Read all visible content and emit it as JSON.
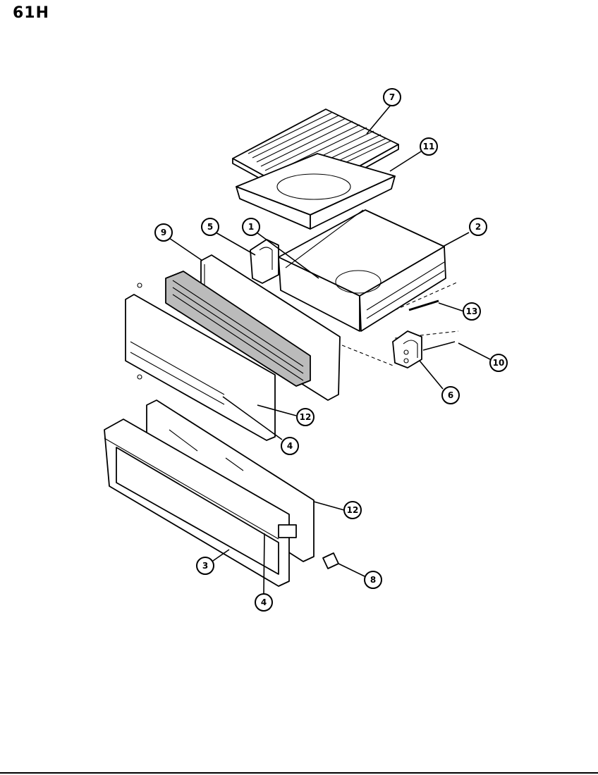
{
  "page": {
    "title": "61H"
  },
  "callouts": [
    {
      "label": "7",
      "part": "broiler-grid"
    },
    {
      "label": "11",
      "part": "broiler-pan"
    },
    {
      "label": "2",
      "part": "broiler-drawer-frame"
    },
    {
      "label": "5",
      "part": "left-slide-bracket"
    },
    {
      "label": "1",
      "part": "screw"
    },
    {
      "label": "9",
      "part": "drawer-back-panel"
    },
    {
      "label": "13",
      "part": "slide-rod"
    },
    {
      "label": "10",
      "part": "screw"
    },
    {
      "label": "6",
      "part": "right-slide-bracket"
    },
    {
      "label": "12",
      "part": "insulation"
    },
    {
      "label": "4",
      "part": "screw"
    },
    {
      "label": "12",
      "part": "glass-panel"
    },
    {
      "label": "3",
      "part": "drawer-front-frame"
    },
    {
      "label": "4",
      "part": "screw"
    },
    {
      "label": "8",
      "part": "clip"
    }
  ]
}
